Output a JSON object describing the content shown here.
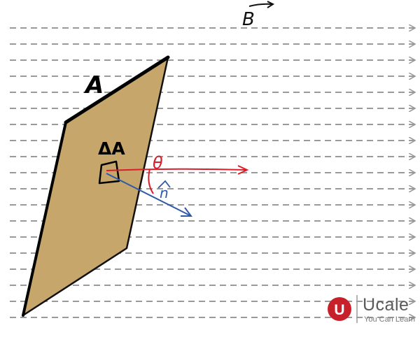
{
  "diagram": {
    "field_label": "B",
    "area_label": "A",
    "element_label": "ΔA",
    "angle_label": "θ",
    "normal_label": "n",
    "colors": {
      "field_lines": "#9a9a9a",
      "plane_fill": "#c6a66a",
      "outline": "#111111",
      "field_arrow": "#d81f2a",
      "normal_arrow": "#2f5aa8"
    }
  },
  "logo": {
    "letter": "U",
    "name": "Ucale",
    "tagline": "You Can Learn",
    "color": "#c8202a"
  }
}
